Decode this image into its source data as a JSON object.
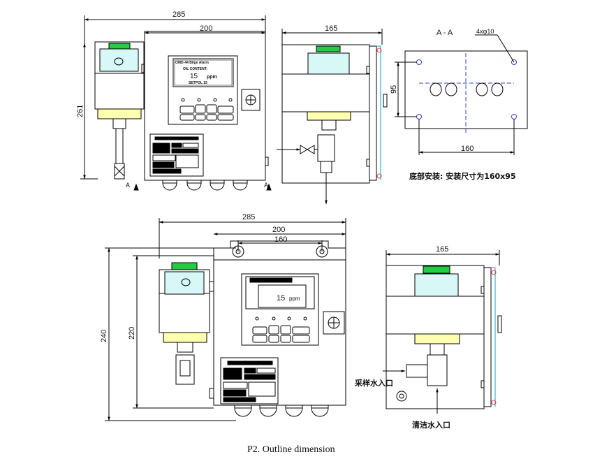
{
  "caption": "P2. Outline dimension",
  "top_front": {
    "width_overall": "285",
    "width_body": "200",
    "height": "261",
    "panel": {
      "model": "OMD-44 Bilge Alarm",
      "oil_content_label": "OIL CONTENT:",
      "reading": "15",
      "unit": "ppm",
      "setpoint": "SETPOL 15"
    }
  },
  "top_side": {
    "width": "165"
  },
  "section_aa": {
    "label": "A - A",
    "holes": "4xφ10",
    "width": "160",
    "height": "95",
    "note": "底部安装:  安装尺寸为160x95"
  },
  "bottom_front": {
    "width_overall": "285",
    "width_body": "200",
    "width_holes": "160",
    "height_overall": "240",
    "height_body": "220",
    "panel": {
      "reading": "15",
      "unit": "ppm"
    }
  },
  "bottom_side": {
    "width": "165",
    "sample_inlet": "采样水入口",
    "clean_inlet": "清洁水入口"
  }
}
